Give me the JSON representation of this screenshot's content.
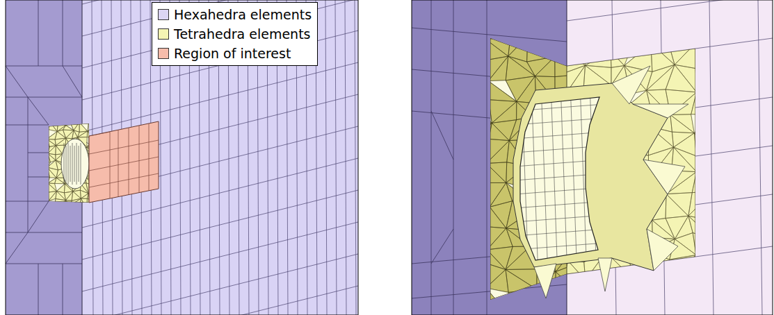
{
  "diagram": {
    "legend": [
      {
        "text": "Hexahedra elements",
        "color": "#dcd6f4"
      },
      {
        "text": "Tetrahedra elements",
        "color": "#f4f4b4"
      },
      {
        "text": "Region of interest",
        "color": "#f6bcab"
      }
    ]
  }
}
